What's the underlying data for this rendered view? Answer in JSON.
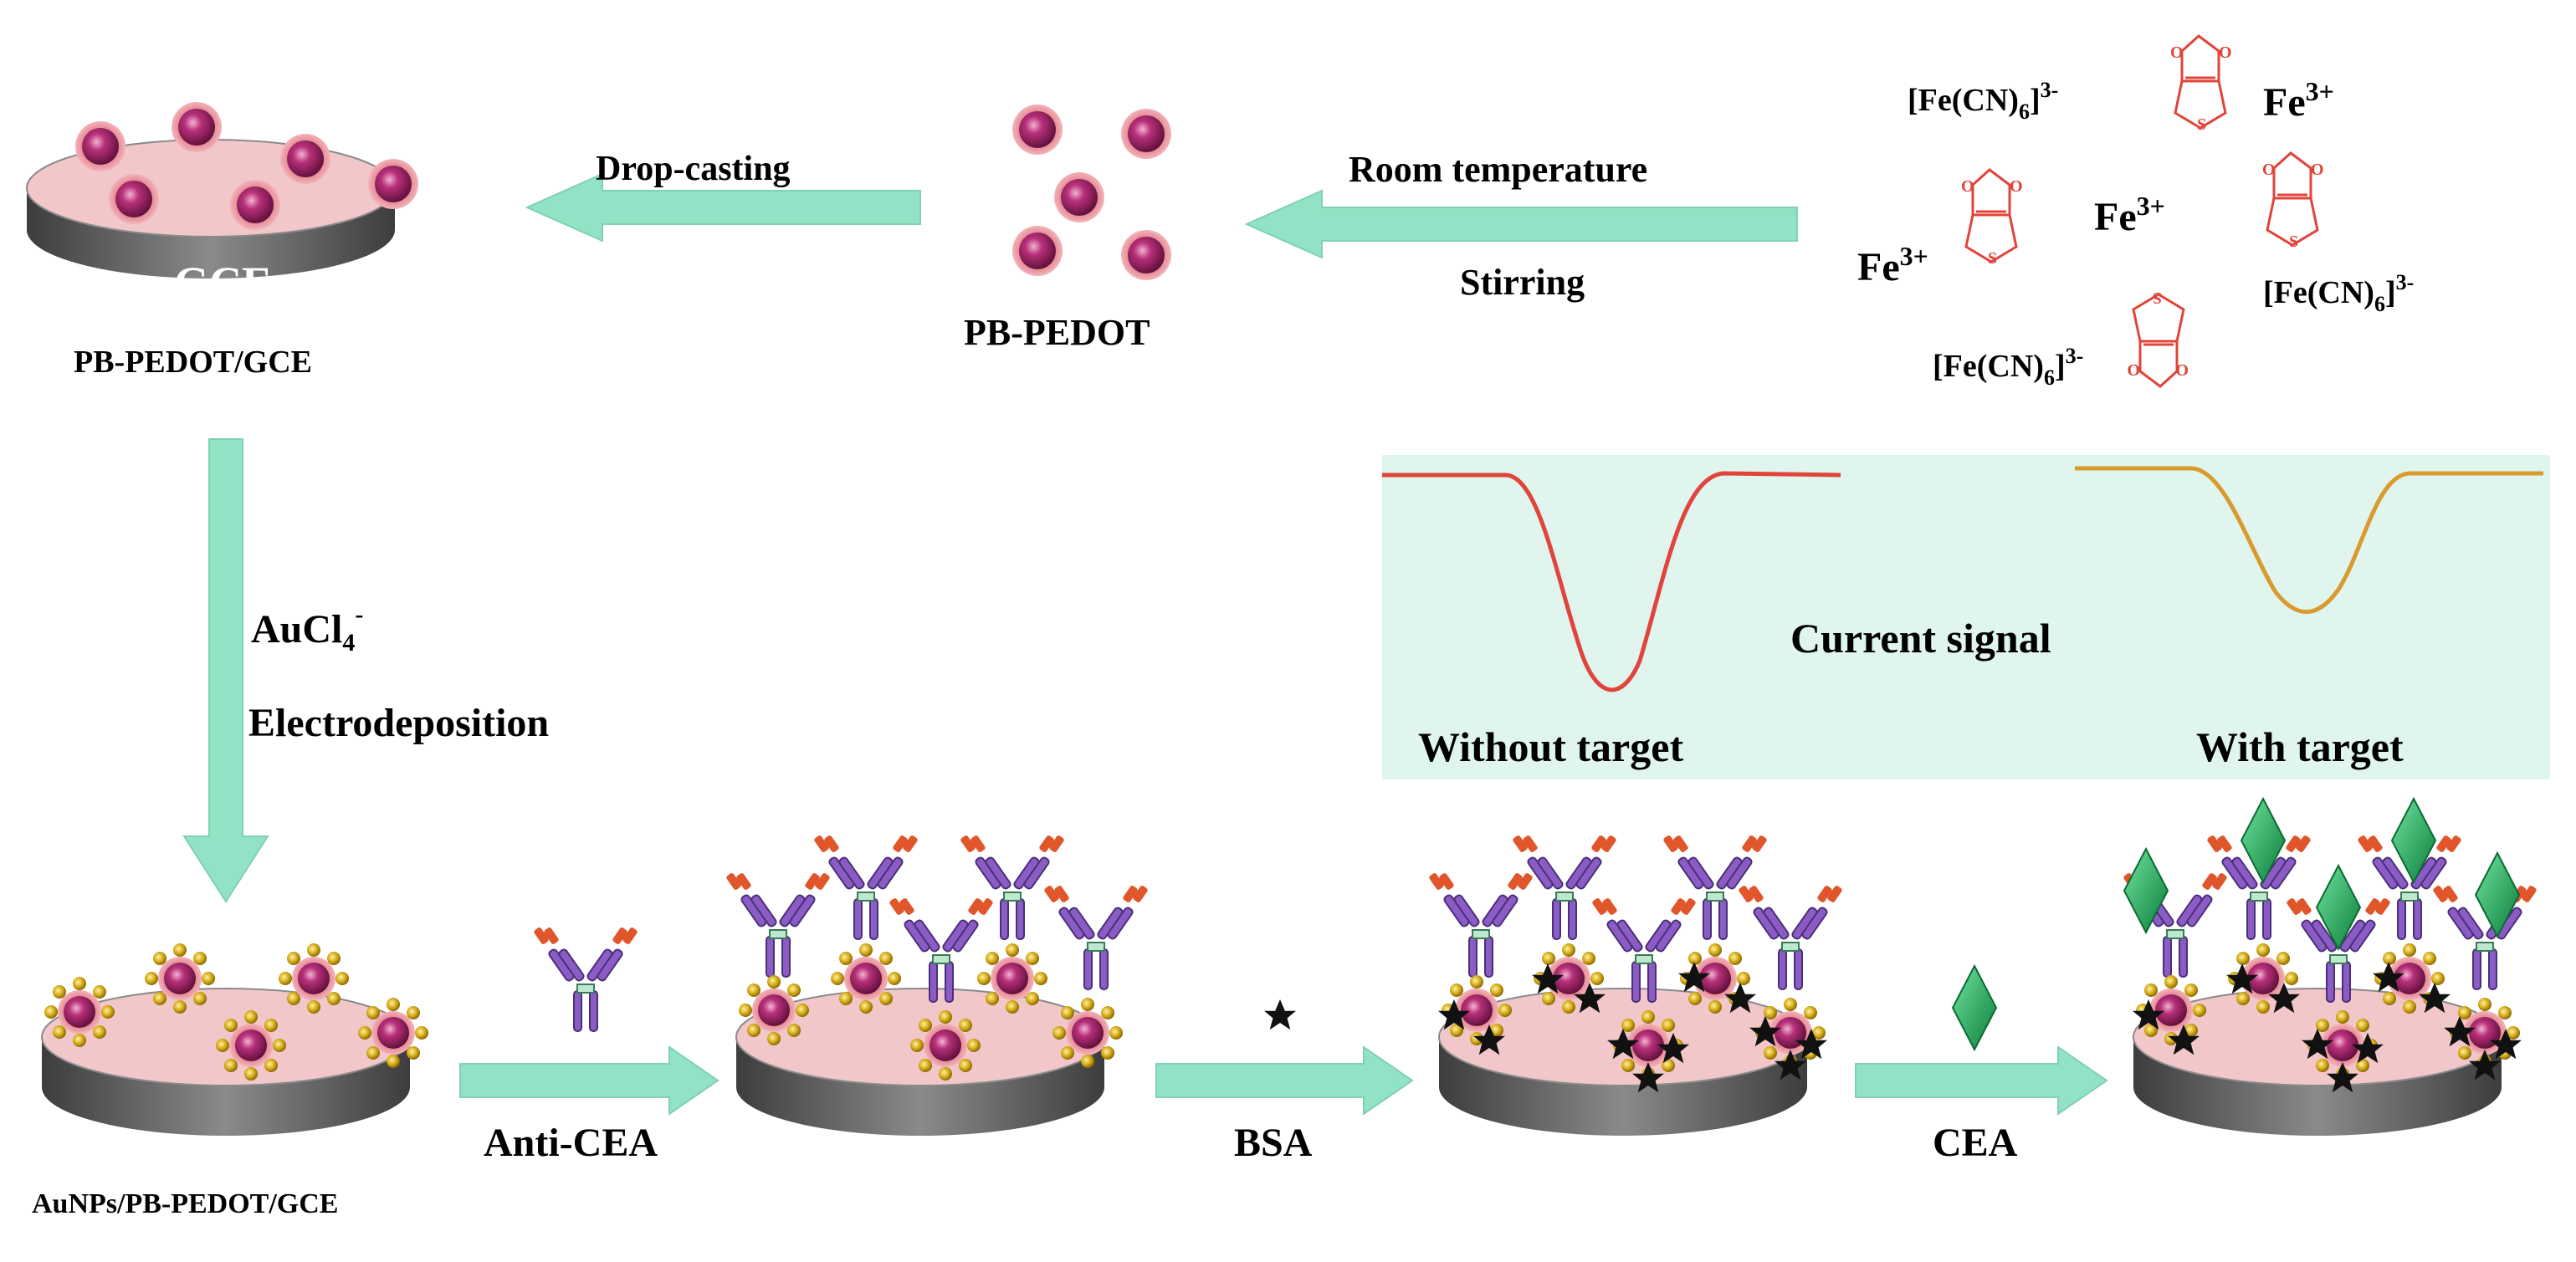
{
  "labels": {
    "gce": "GCE",
    "pb_pedot_gce": "PB-PEDOT/GCE",
    "pb_pedot": "PB-PEDOT",
    "drop_casting": "Drop-casting",
    "room_temperature": "Room temperature",
    "stirring": "Stirring",
    "aucl4_base": "AuCl",
    "aucl4_sub": "4",
    "aucl4_sup": "-",
    "electrodeposition": "Electrodeposition",
    "aunps_pb_pedot_gce": "AuNPs/PB-PEDOT/GCE",
    "anti_cea": "Anti-CEA",
    "bsa": "BSA",
    "cea": "CEA",
    "current_signal": "Current signal",
    "without_target": "Without target",
    "with_target": "With target"
  },
  "reagents": {
    "fe_base": "Fe",
    "fe_sup": "3+",
    "ferri_open": "[Fe(CN)",
    "ferri_sub": "6",
    "ferri_close": "]",
    "ferri_sup": "3-"
  },
  "colors": {
    "arrow": "#92e3c5",
    "arrow_edge": "#7fd1b2",
    "panel": "#dff5ee",
    "signal_without": "#e0443a",
    "signal_with": "#d99a2e",
    "edot": "#e0443a",
    "electrode_top": "#f2c7c9",
    "electrode_side": "#6b6b6b",
    "particle": "#a2246a",
    "gold": "#d7b41a",
    "antibody_arm": "#8a5cc4",
    "antibody_tip": "#e0552a",
    "cea": "#1aa455"
  },
  "icons": [
    "electrode",
    "pb-pedot-particle",
    "gold-nanoparticle",
    "antibody",
    "bsa-star",
    "cea-diamond",
    "edot-molecule"
  ]
}
